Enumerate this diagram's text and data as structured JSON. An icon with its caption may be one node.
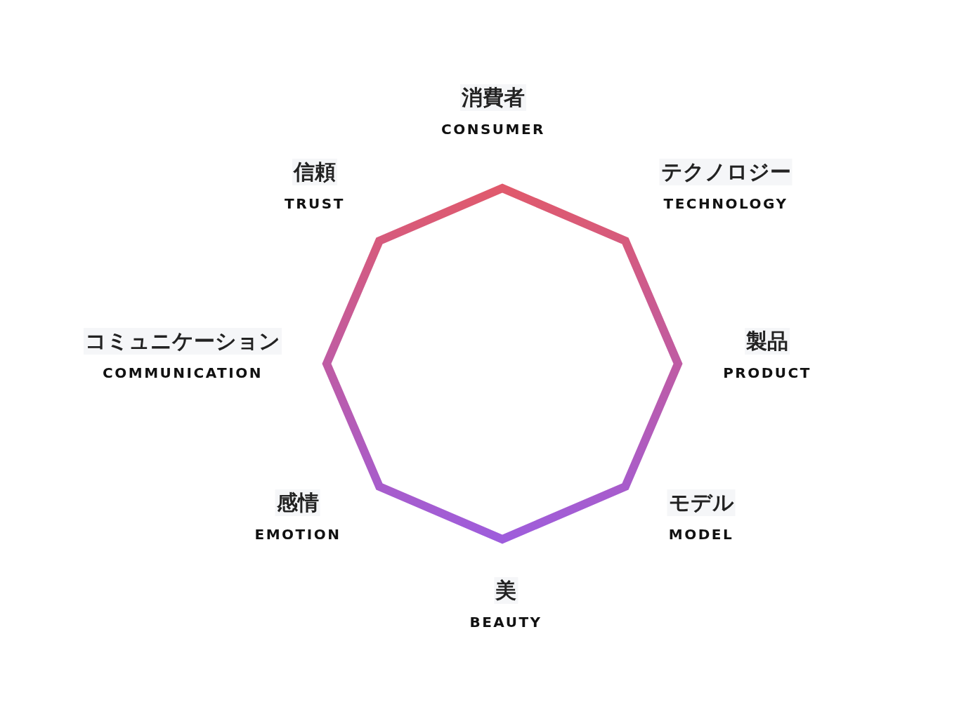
{
  "diagram": {
    "nodes": [
      {
        "text": [
          "消費者",
          "CONSUMER"
        ]
      },
      {
        "text": [
          "信頼",
          "TRUST"
        ]
      },
      {
        "text": [
          "テクノロジー",
          "TECHNOLOGY"
        ]
      },
      {
        "text": [
          "コミュニケーション",
          "COMMUNICATION"
        ]
      },
      {
        "text": [
          "製品",
          "PRODUCT"
        ]
      },
      {
        "text": [
          "感情",
          "EMOTION"
        ]
      },
      {
        "text": [
          "モデル",
          "MODEL"
        ]
      },
      {
        "text": [
          "美",
          "BEAUTY"
        ]
      },
      {
        "text": [],
        "shape": "octagon"
      }
    ]
  }
}
